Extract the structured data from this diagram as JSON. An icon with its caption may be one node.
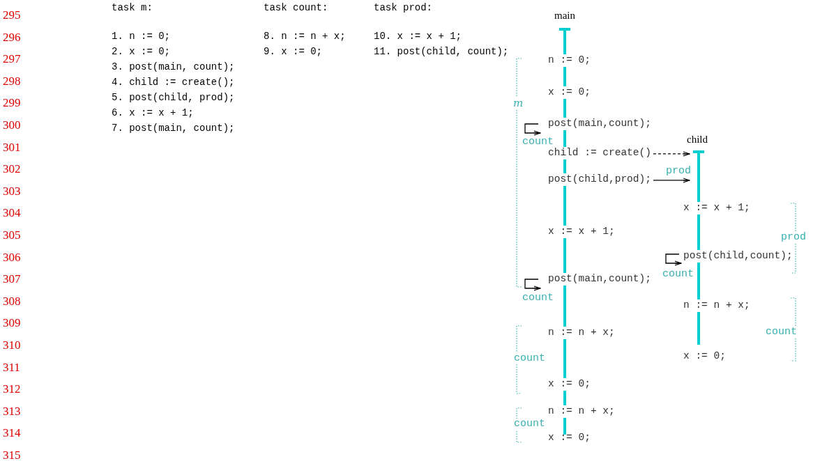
{
  "diagram": {
    "nodes": [
      {
        "text": [
          "main"
        ]
      },
      {
        "text": [
          "child"
        ]
      },
      {
        "text": [
          "child := create()"
        ]
      },
      {
        "text": [
          "post(child,prod);"
        ]
      }
    ],
    "edges": [
      {
        "from": 2,
        "to": 1,
        "arrow": "to",
        "style": "dashed"
      },
      {
        "from": 3,
        "to": 1,
        "arrow": "to",
        "label": "prod"
      }
    ],
    "labels": [
      "295",
      "296",
      "297",
      "298",
      "299",
      "300",
      "301",
      "302",
      "303",
      "304",
      "305",
      "306",
      "307",
      "308",
      "309",
      "310",
      "311",
      "312",
      "313",
      "314",
      "315",
      "task m:",
      "task count:",
      "task prod:",
      "1. n := 0;",
      "8. n := n + x;",
      "10. x := x + 1;",
      "2. x := 0;",
      "9. x := 0;",
      "11. post(child, count);",
      "3. post(main, count);",
      "4. child := create();",
      "5. post(child, prod);",
      "6. x := x + 1;",
      "7. post(main, count);",
      "n := 0;",
      "x := 0;",
      "m",
      "post(main,count);",
      "count",
      "x := x + 1;",
      "x := x + 1;",
      "prod",
      "post(child,count);",
      "count",
      "post(main,count);",
      "count",
      "n := n + x;",
      "n := n + x;",
      "count",
      "count",
      "x := 0;",
      "x := 0;",
      "n := n + x;",
      "count",
      "x := 0;"
    ]
  }
}
